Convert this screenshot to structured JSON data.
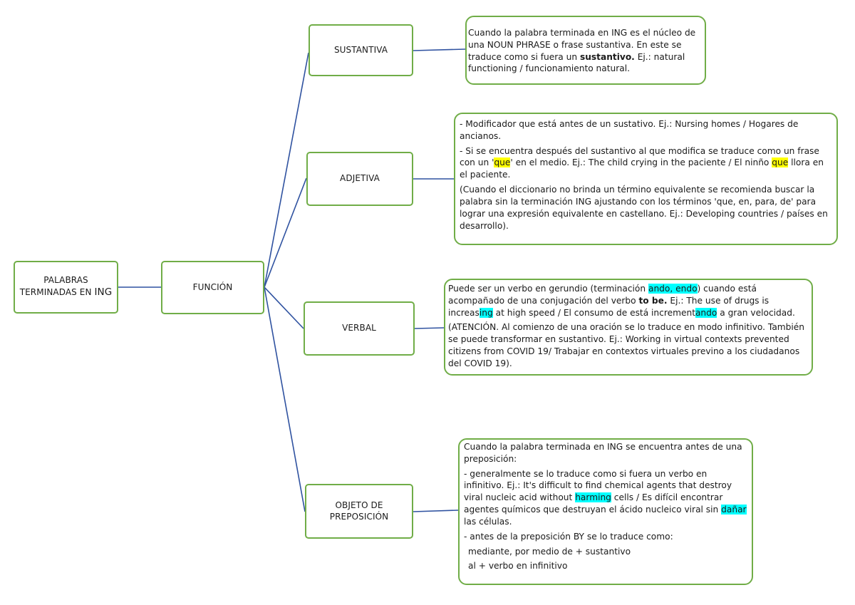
{
  "nodes": {
    "root": {
      "line1": "PALABRAS",
      "line2": "TERMINADAS EN",
      "line2_bold": "ING"
    },
    "funcion": "FUNCIÓN",
    "sustantiva": "SUSTANTIVA",
    "adjetiva": "ADJETIVA",
    "verbal": "VERBAL",
    "objeto": {
      "line1": "OBJETO DE",
      "line2": "PREPOSICIÓN"
    }
  },
  "boxes": {
    "sustantiva": {
      "s1": "Cuando la palabra terminada en ING es el núcleo de una NOUN PHRASE o frase sustantiva. En este se traduce como si fuera un ",
      "s2": "sustantivo.",
      "s3": " Ej.: natural functioning / funcionamiento natural."
    },
    "adjetiva": {
      "p1": "- Modificador que está antes de un sustativo. Ej.: Nursing homes / Hogares de ancianos.",
      "p2a": "- Si se encuentra después del sustantivo al que modifica se traduce como un frase con un '",
      "p2b": "que",
      "p2c": "' en el medio. Ej.: The child crying in the paciente / El ninño ",
      "p2d": "que",
      "p2e": " llora en el paciente.",
      "p3": "(Cuando el diccionario no brinda un término equivalente se recomienda buscar la palabra sin la terminación ING ajustando con los términos 'que, en, para, de' para lograr una expresión equivalente en castellano. Ej.: Developing countries / países en desarrollo)."
    },
    "verbal": {
      "a1": "Puede ser un verbo en gerundio (terminación ",
      "a2": "ando, endo",
      "a3": ") cuando está acompañado de una conjugación del verbo ",
      "a4": "to be.",
      "a5": " Ej.: The use of drugs is increas",
      "a6": "ing",
      "a7": " at high speed /  El consumo de está increment",
      "a8": "ando",
      "a9": " a gran velocidad.",
      "b": "(ATENCIÓN. Al comienzo de una oración se lo traduce en modo infinitivo. También se puede transformar en sustantivo. Ej.: Working in virtual contexts prevented citizens from COVID 19/ Trabajar en contextos virtuales previno a los ciudadanos del COVID 19)."
    },
    "objeto": {
      "p1": "Cuando la palabra terminada en ING se encuentra antes de una preposición:",
      "p2a": "- generalmente se lo traduce como si fuera un verbo en infinitivo. Ej.: It's difficult to find chemical agents that destroy viral nucleic acid without ",
      "p2b": "harming",
      "p2c": " cells / Es difícil encontrar agentes químicos que destruyan el ácido nucleico viral sin ",
      "p2d": "dañar",
      "p2e": " las células.",
      "p3": "- antes de la preposición BY se lo traduce como:",
      "p4": "mediante, por medio de + sustantivo",
      "p5": "al + verbo en infinitivo"
    }
  },
  "colors": {
    "border": "#70ad47",
    "connector": "#2f52a0",
    "highlight_yellow": "#ffff00",
    "highlight_cyan": "#00ffff"
  }
}
